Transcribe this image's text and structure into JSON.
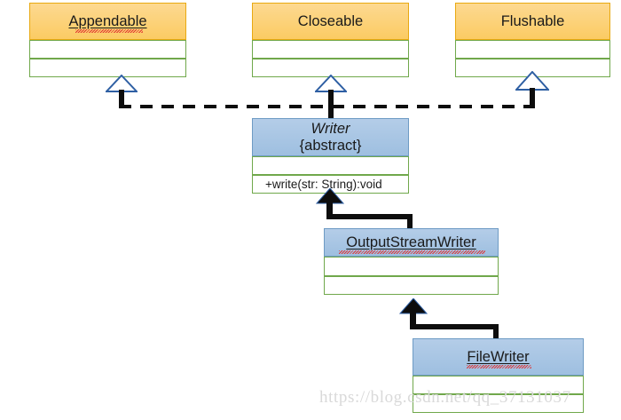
{
  "diagram": {
    "title": "Java Writer class hierarchy UML diagram",
    "colors": {
      "interface_header": "#FBCB63",
      "interface_border": "#E8A912",
      "class_header": "#9EBFE0",
      "class_border": "#6E9BC4",
      "compartment_border": "#70A84B",
      "connector": "#0d0d0d",
      "hollow_arrow_stroke": "#2E5FA3",
      "watermark": "#d9d9d9"
    },
    "nodes": [
      {
        "id": "appendable",
        "name": "Appendable",
        "stereotype": "interface",
        "abstract_label": "",
        "members": [
          "",
          ""
        ],
        "spellchecked": true
      },
      {
        "id": "closeable",
        "name": "Closeable",
        "stereotype": "interface",
        "abstract_label": "",
        "members": [
          "",
          ""
        ],
        "spellchecked": false
      },
      {
        "id": "flushable",
        "name": "Flushable",
        "stereotype": "interface",
        "abstract_label": "",
        "members": [
          "",
          ""
        ],
        "spellchecked": false
      },
      {
        "id": "writer",
        "name": "Writer",
        "stereotype": "abstract class",
        "abstract_label": "{abstract}",
        "members": [
          "",
          "+write(str: String):void"
        ],
        "spellchecked": false
      },
      {
        "id": "outputstreamwriter",
        "name": "OutputStreamWriter",
        "stereotype": "class",
        "abstract_label": "",
        "members": [
          "",
          ""
        ],
        "spellchecked": true
      },
      {
        "id": "filewriter",
        "name": "FileWriter",
        "stereotype": "class",
        "abstract_label": "",
        "members": [
          "",
          ""
        ],
        "spellchecked": true
      }
    ],
    "relationships": [
      {
        "type": "realization",
        "from": "writer",
        "to": "appendable",
        "line": "dashed",
        "arrow": "hollow-triangle"
      },
      {
        "type": "realization",
        "from": "writer",
        "to": "closeable",
        "line": "dashed",
        "arrow": "hollow-triangle"
      },
      {
        "type": "realization",
        "from": "writer",
        "to": "flushable",
        "line": "dashed",
        "arrow": "hollow-triangle"
      },
      {
        "type": "generalization",
        "from": "outputstreamwriter",
        "to": "writer",
        "line": "solid",
        "arrow": "solid-triangle"
      },
      {
        "type": "generalization",
        "from": "filewriter",
        "to": "outputstreamwriter",
        "line": "solid",
        "arrow": "solid-triangle"
      }
    ]
  },
  "watermark": {
    "text": "https://blog.csdn.net/qq_37131037"
  }
}
